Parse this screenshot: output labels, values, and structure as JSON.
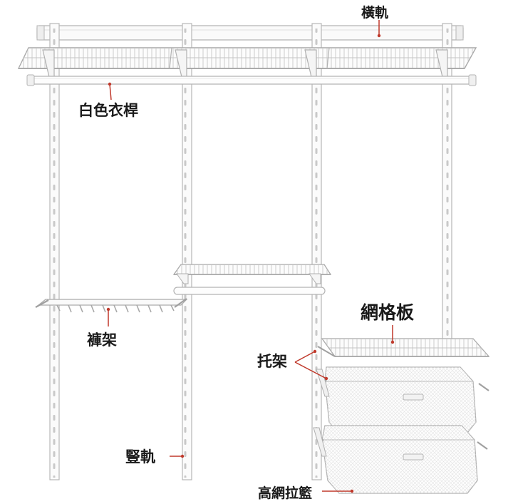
{
  "labels": {
    "top_rail": "橫軌",
    "hanging_rod": "白色衣桿",
    "pants_rack": "褲架",
    "vertical_rail": "豎軌",
    "wire_shelf": "網格板",
    "bracket": "托架",
    "mesh_basket": "高網拉籃"
  },
  "colors": {
    "leader": "#c0392b",
    "metal_stroke": "#b9b9b9",
    "metal_fill": "#f7f7f7",
    "text": "#1a1a1a"
  }
}
